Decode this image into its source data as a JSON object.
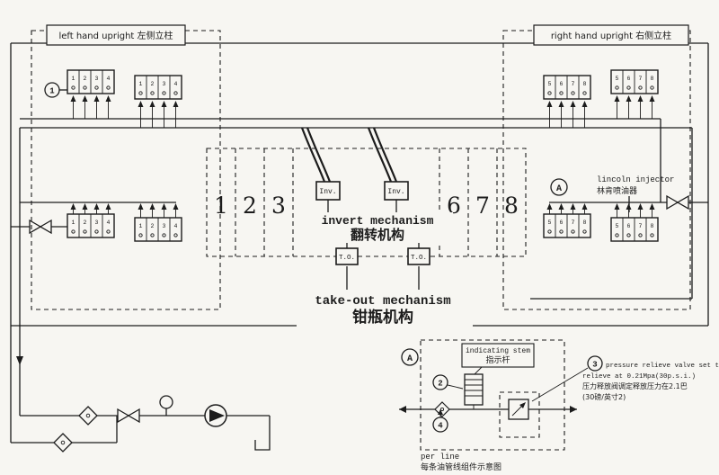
{
  "labels": {
    "left_upright": "left hand upright 左侧立柱",
    "right_upright": "right hand upright 右侧立柱",
    "invert_en": "invert mechanism",
    "invert_zh": "翻转机构",
    "takeout_en": "take-out mechanism",
    "takeout_zh": "钳瓶机构",
    "lincoln_en": "lincoln injector",
    "lincoln_zh": "林肯喷油器",
    "stem_en": "indicating stem",
    "stem_zh": "指示杆",
    "relief_l1": "pressure relieve valve set to",
    "relief_l2": "relieve at 0.21Mpa(30p.s.i.)",
    "relief_l3": "压力释放阀调定释放压力在2.1巴",
    "relief_l4": "(30磅/英寸2)",
    "perline_en": "per line",
    "perline_zh": "每条油管线组件示意图",
    "inv": "Inv.",
    "to": "T.O."
  },
  "callouts": {
    "one": "1",
    "two": "2",
    "three": "3",
    "four": "4",
    "a_right": "A",
    "a_detail": "A"
  },
  "sections": {
    "left": [
      "1",
      "2",
      "3"
    ],
    "right": [
      "6",
      "7",
      "8"
    ]
  },
  "blocks": {
    "tl_outer": [
      "1",
      "2",
      "3",
      "4"
    ],
    "tl_inner": [
      "1",
      "2",
      "3",
      "4"
    ],
    "ml_outer": [
      "1",
      "2",
      "3",
      "4"
    ],
    "ml_inner": [
      "1",
      "2",
      "3",
      "4"
    ],
    "tr_inner": [
      "5",
      "6",
      "7",
      "8"
    ],
    "tr_outer": [
      "5",
      "6",
      "7",
      "8"
    ],
    "mr_inner": [
      "5",
      "6",
      "7",
      "8"
    ],
    "mr_outer": [
      "5",
      "6",
      "7",
      "8"
    ]
  },
  "colors": {
    "ink": "#1c1c1c",
    "paper": "#f7f6f2"
  }
}
